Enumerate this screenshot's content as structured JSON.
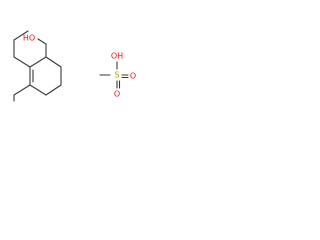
{
  "colors": {
    "bond": "#3a3a3a",
    "oxygen": "#ff0d0d",
    "sulfur": "#b8a000",
    "carbon": "#3a3a3a",
    "background": "#ffffff"
  },
  "molecule_left": {
    "hydroxyl_label": "HO"
  },
  "molecule_right": {
    "hydroxyl_label": "OH",
    "sulfur_label": "S",
    "oxo_top_label": "O",
    "oxo_bottom_label": "O"
  }
}
